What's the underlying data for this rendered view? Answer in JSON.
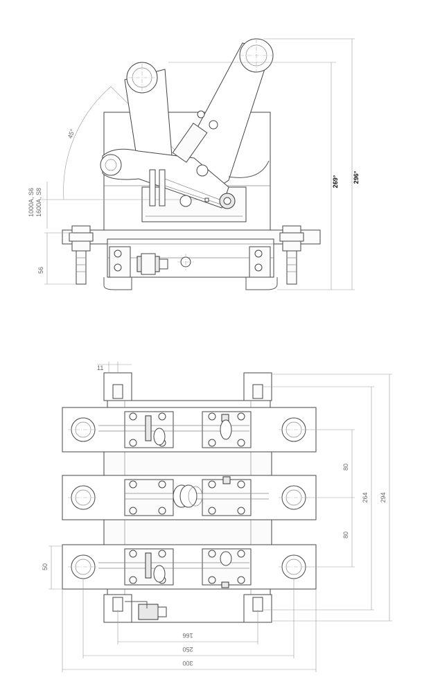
{
  "side_view": {
    "angle_label": "45°",
    "rating_label_1": "1000A, S6",
    "rating_label_2": "1600A, S8",
    "height_open": "269°",
    "height_total": "296°",
    "base_height": "56"
  },
  "top_view": {
    "bolt_gap": "11",
    "pitch_upper": "80",
    "pitch_lower": "80",
    "bar_width": "50",
    "pole_span": "264",
    "overall_depth": "294",
    "mount_span": "166",
    "bolt_span": "250",
    "overall_width": "300"
  }
}
